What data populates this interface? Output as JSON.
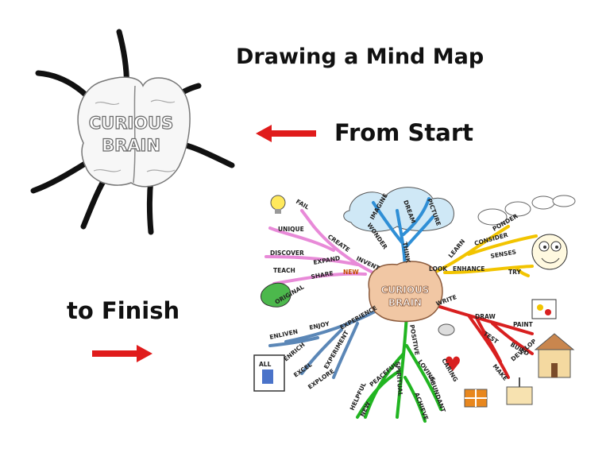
{
  "title": "Drawing a Mind Map",
  "from_start": "From Start",
  "to_finish": "to Finish",
  "colors": {
    "arrow": "#e01b1b",
    "branch_dark": "#111111",
    "pink": "#e88ad8",
    "blue": "#2f8fd6",
    "yellow": "#f2c400",
    "orange": "#e8871e",
    "red": "#d81f1f",
    "green": "#21b521",
    "steel": "#5b87b7",
    "brain": "#f1c7a4"
  },
  "start_map": {
    "center_line1": "CURIOUS",
    "center_line2": "BRAIN"
  },
  "finish_map": {
    "center_line1": "CURIOUS",
    "center_line2": "BRAIN",
    "top": [
      "IMAGINE",
      "DREAM",
      "PICTURE",
      "WONDER",
      "THINK"
    ],
    "left_top": [
      "FAIL",
      "UNIQUE",
      "CREATE",
      "DISCOVER",
      "EXPAND",
      "INVENT",
      "TEACH",
      "SHARE",
      "ORIGINAL",
      "NEW"
    ],
    "left_bottom": [
      "ENLIVEN",
      "ENJOY",
      "EXPERIENCE",
      "ENRICH",
      "EXCEL",
      "EXPERIMENT",
      "EXPLORE",
      "ALL"
    ],
    "right_top": [
      "PONDER",
      "LEARN",
      "CONSIDER",
      "LOOK",
      "ENHANCE",
      "SENSES",
      "TRY"
    ],
    "right_bottom": [
      "WRITE",
      "DRAW",
      "PAINT",
      "TEST",
      "BUILD",
      "DEVELOP",
      "MAKE"
    ],
    "bottom": [
      "POSITIVE",
      "PEACEFUL",
      "HELPFUL",
      "NEW",
      "SPIRITUAL",
      "LOVING",
      "CARING",
      "ACHIEVE",
      "ABUNDANT"
    ]
  }
}
